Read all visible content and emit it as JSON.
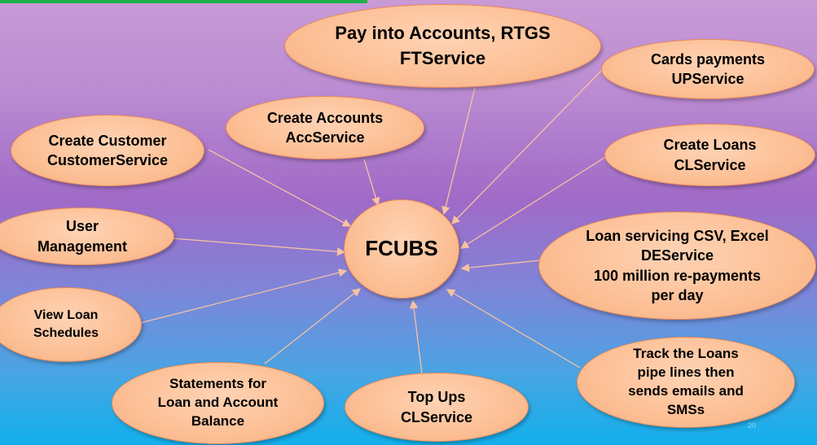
{
  "center": {
    "label": "FCUBS"
  },
  "nodes": {
    "pay": {
      "line1": "Pay into Accounts, RTGS",
      "line2": "FTService"
    },
    "cards": {
      "line1": "Cards payments",
      "line2": "UPService"
    },
    "create_accounts": {
      "line1": "Create Accounts",
      "line2": "AccService"
    },
    "create_customer": {
      "line1": "Create Customer",
      "line2": "CustomerService"
    },
    "create_loans": {
      "line1": "Create Loans",
      "line2": "CLService"
    },
    "user_mgmt": {
      "line1": "User",
      "line2": "Management"
    },
    "loan_servicing": {
      "line1": "Loan servicing CSV, Excel",
      "line2": "DEService",
      "line3": "100 million re-payments",
      "line4": "per day"
    },
    "view_schedules": {
      "line1": "View Loan",
      "line2": "Schedules"
    },
    "statements": {
      "line1": "Statements for",
      "line2": "Loan and Account",
      "line3": "Balance"
    },
    "topups": {
      "line1": "Top Ups",
      "line2": "CLService"
    },
    "track": {
      "line1": "Track the Loans",
      "line2": "pipe lines then",
      "line3": "sends emails and",
      "line4": "SMSs"
    }
  },
  "page_number": "20",
  "colors": {
    "node_fill": "#fcbf95",
    "node_border": "#e98a55",
    "connector": "#f7c2a0",
    "accent_bar": "#1fb04c"
  }
}
